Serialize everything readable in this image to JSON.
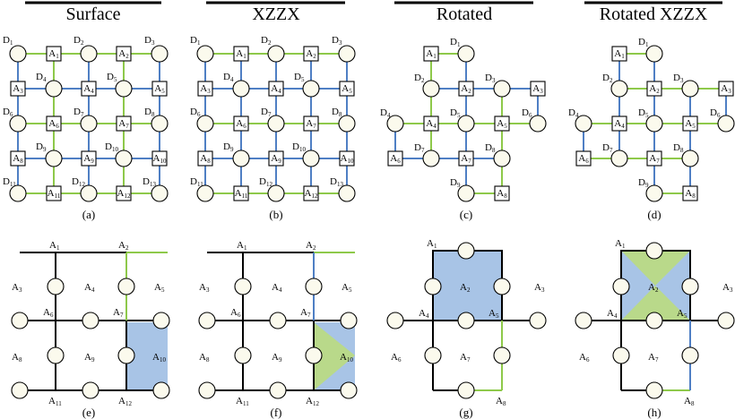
{
  "titles": [
    "Surface",
    "XZZX",
    "Rotated",
    "Rotated XZZX"
  ],
  "captions": [
    "(a)",
    "(b)",
    "(c)",
    "(d)",
    "(e)",
    "(f)",
    "(g)",
    "(h)"
  ],
  "colors": {
    "x_edge": "#8ec94a",
    "z_edge": "#4f7fc4",
    "plaquette_blue": "#a8c4e6",
    "plaquette_green": "#b9d98a",
    "data_qubit_fill": "#fbfaed"
  },
  "labels": {
    "data_qubits": [
      "D1",
      "D2",
      "D3",
      "D4",
      "D5",
      "D6",
      "D7",
      "D8",
      "D9",
      "D10",
      "D11",
      "D12",
      "D13"
    ],
    "ancillas": [
      "A1",
      "A2",
      "A3",
      "A4",
      "A5",
      "A6",
      "A7",
      "A8",
      "A9",
      "A10",
      "A11",
      "A12"
    ]
  }
}
